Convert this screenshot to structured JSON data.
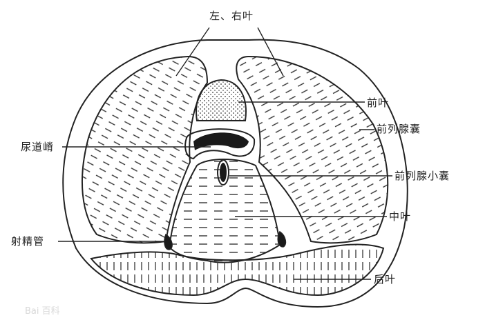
{
  "diagram": {
    "subject": "prostate cross-section",
    "labels": {
      "lateral_lobes": "左、右叶",
      "anterior_lobe": "前叶",
      "prostatic_capsule": "前列腺囊",
      "urethral_crest": "尿道嵴",
      "prostatic_utricle": "前列腺小囊",
      "middle_lobe": "中叶",
      "ejaculatory_duct": "射精管",
      "posterior_lobe": "后叶"
    },
    "watermark": "Bai 百科"
  },
  "colors": {
    "line": "#222222",
    "background": "#ffffff",
    "dark": "#1a1a1a"
  }
}
